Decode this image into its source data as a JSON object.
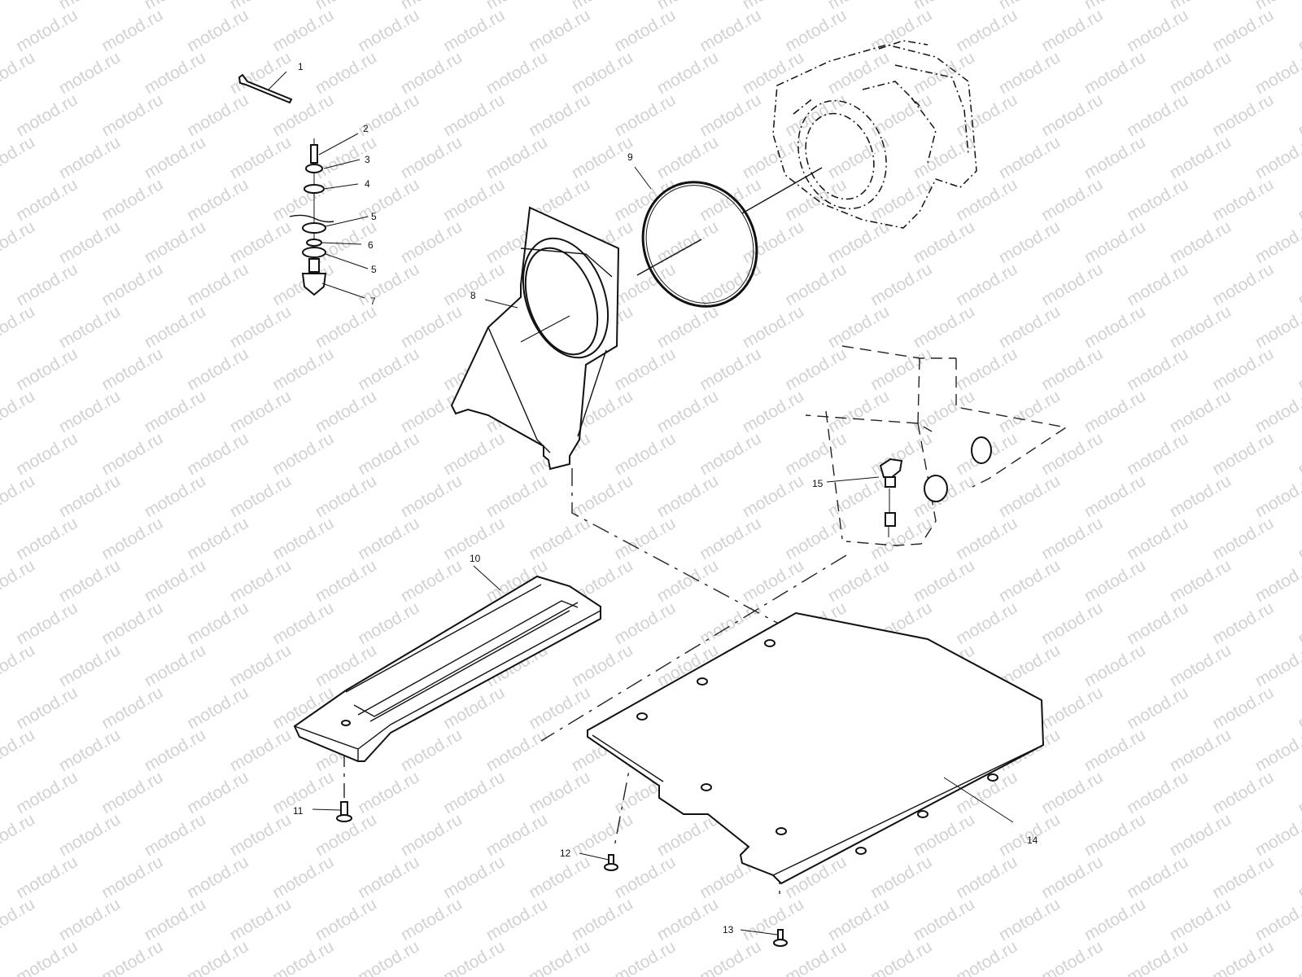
{
  "watermark": "motod.ru",
  "callouts": [
    "1",
    "2",
    "3",
    "4",
    "5",
    "6",
    "5",
    "7",
    "8",
    "9",
    "10",
    "11",
    "12",
    "13",
    "14",
    "15"
  ]
}
